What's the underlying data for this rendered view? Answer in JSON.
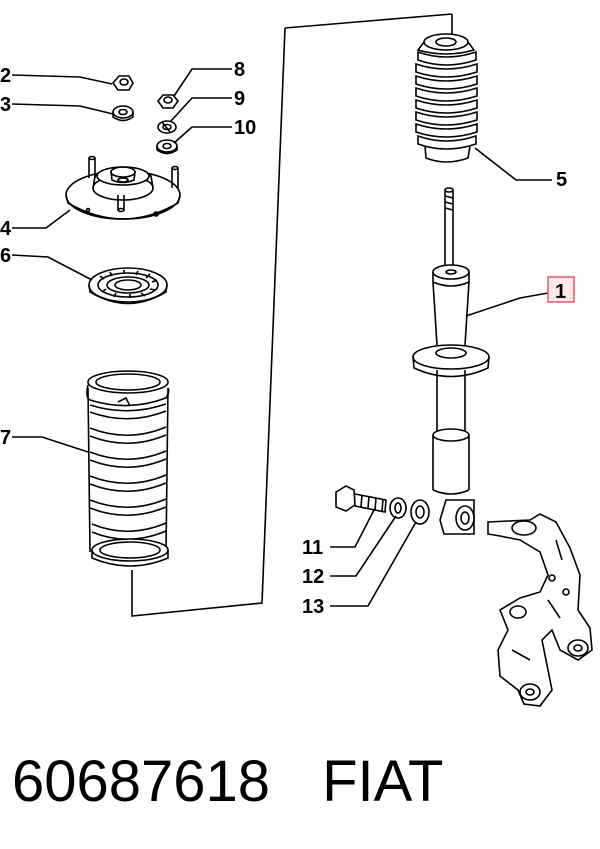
{
  "callouts": {
    "c1": "1",
    "c2": "2",
    "c3": "3",
    "c4": "4",
    "c5": "5",
    "c6": "6",
    "c7": "7",
    "c8": "8",
    "c9": "9",
    "c10": "10",
    "c11": "11",
    "c12": "12",
    "c13": "13"
  },
  "caption": {
    "part_number": "60687618",
    "brand": "FIAT"
  },
  "colors": {
    "line": "#000000",
    "highlight_box": "#e05a6a",
    "highlight_fill": "#fde8ea"
  }
}
